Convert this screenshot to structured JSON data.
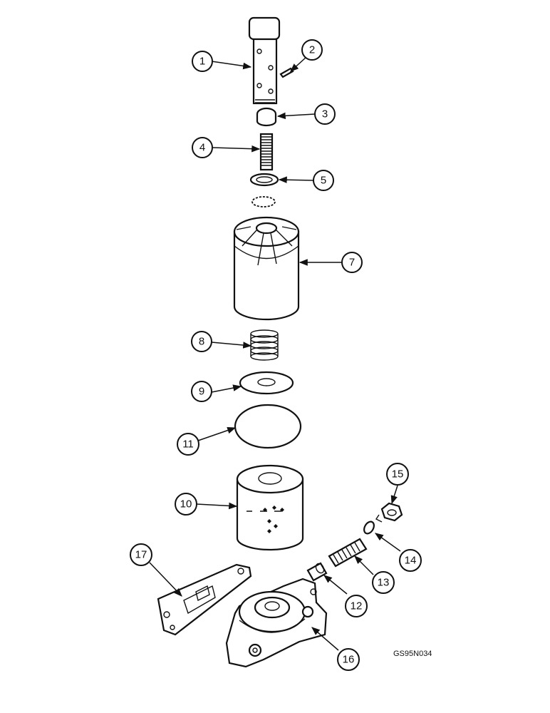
{
  "document_id": "GS95N034",
  "callouts": [
    {
      "id": "c1",
      "label": "1"
    },
    {
      "id": "c2",
      "label": "2"
    },
    {
      "id": "c3",
      "label": "3"
    },
    {
      "id": "c4",
      "label": "4"
    },
    {
      "id": "c5",
      "label": "5"
    },
    {
      "id": "c7",
      "label": "7"
    },
    {
      "id": "c8",
      "label": "8"
    },
    {
      "id": "c9",
      "label": "9"
    },
    {
      "id": "c11",
      "label": "11"
    },
    {
      "id": "c10",
      "label": "10"
    },
    {
      "id": "c15",
      "label": "15"
    },
    {
      "id": "c14",
      "label": "14"
    },
    {
      "id": "c13",
      "label": "13"
    },
    {
      "id": "c12",
      "label": "12"
    },
    {
      "id": "c17",
      "label": "17"
    },
    {
      "id": "c16",
      "label": "16"
    }
  ]
}
